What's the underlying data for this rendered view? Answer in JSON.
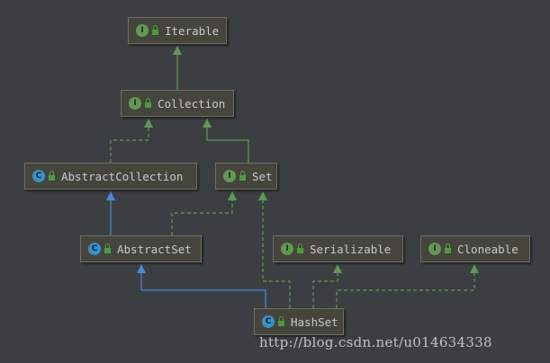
{
  "diagram": {
    "nodes": [
      {
        "id": "iterable",
        "kind": "I",
        "label": "Iterable"
      },
      {
        "id": "collection",
        "kind": "I",
        "label": "Collection"
      },
      {
        "id": "abstract_collection",
        "kind": "C",
        "label": "AbstractCollection"
      },
      {
        "id": "set",
        "kind": "I",
        "label": "Set"
      },
      {
        "id": "abstract_set",
        "kind": "C",
        "label": "AbstractSet"
      },
      {
        "id": "serializable",
        "kind": "I",
        "label": "Serializable"
      },
      {
        "id": "cloneable",
        "kind": "I",
        "label": "Cloneable"
      },
      {
        "id": "hash_set",
        "kind": "C",
        "label": "HashSet"
      }
    ],
    "edges": [
      {
        "from": "collection",
        "to": "iterable",
        "type": "extends"
      },
      {
        "from": "abstract_collection",
        "to": "collection",
        "type": "implements"
      },
      {
        "from": "set",
        "to": "collection",
        "type": "extends"
      },
      {
        "from": "abstract_set",
        "to": "abstract_collection",
        "type": "extends-class"
      },
      {
        "from": "abstract_set",
        "to": "set",
        "type": "implements"
      },
      {
        "from": "hash_set",
        "to": "abstract_set",
        "type": "extends-class"
      },
      {
        "from": "hash_set",
        "to": "set",
        "type": "implements"
      },
      {
        "from": "hash_set",
        "to": "serializable",
        "type": "implements"
      },
      {
        "from": "hash_set",
        "to": "cloneable",
        "type": "implements"
      }
    ]
  },
  "colors": {
    "background": "#3c3f41",
    "interface_badge": "#629755",
    "class_badge": "#3592c4",
    "interface_edge": "#629755",
    "class_edge": "#4a88d8"
  },
  "watermark": "http://blog.csdn.net/u014634338"
}
